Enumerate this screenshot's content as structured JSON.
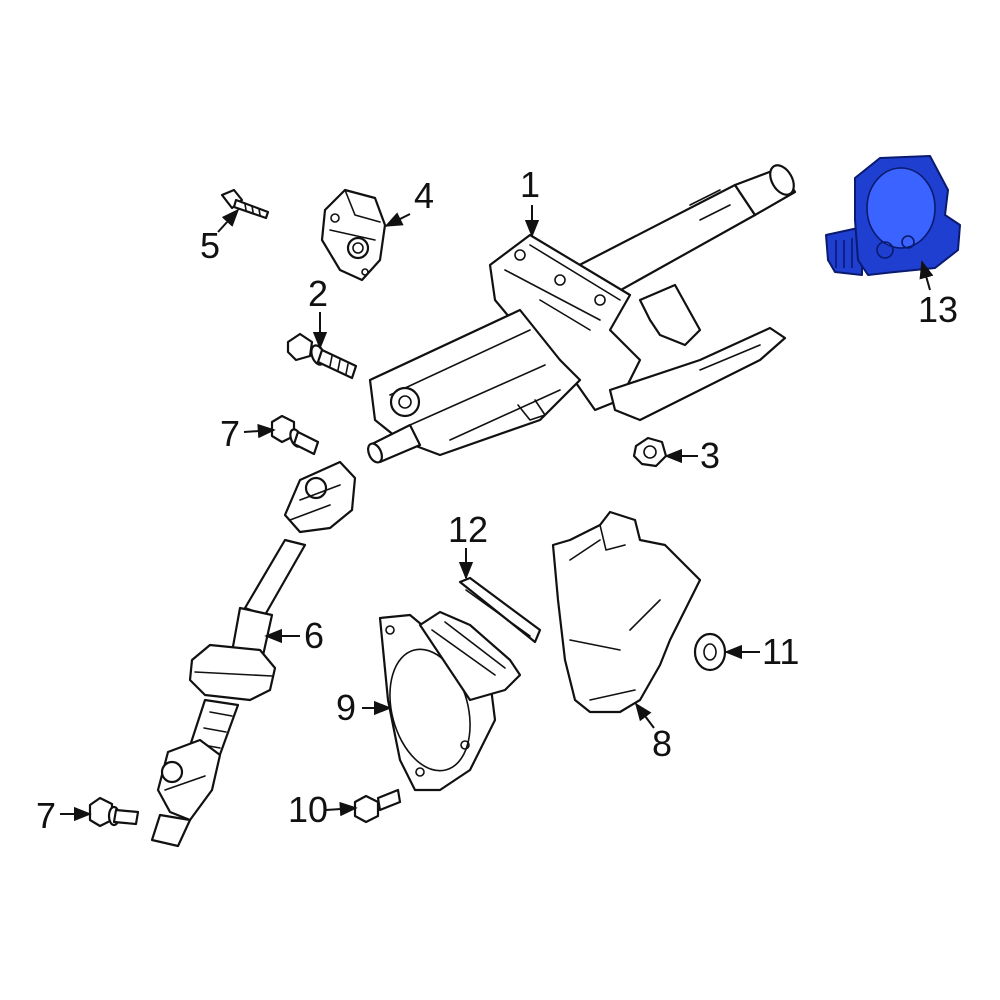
{
  "diagram": {
    "highlight_color": "#1f3fd1",
    "line_color": "#111111",
    "callouts": [
      {
        "id": "1",
        "label": "1"
      },
      {
        "id": "2",
        "label": "2"
      },
      {
        "id": "3",
        "label": "3"
      },
      {
        "id": "4",
        "label": "4"
      },
      {
        "id": "5",
        "label": "5"
      },
      {
        "id": "6",
        "label": "6"
      },
      {
        "id": "7a",
        "label": "7"
      },
      {
        "id": "7b",
        "label": "7"
      },
      {
        "id": "8",
        "label": "8"
      },
      {
        "id": "9",
        "label": "9"
      },
      {
        "id": "10",
        "label": "10"
      },
      {
        "id": "11",
        "label": "11"
      },
      {
        "id": "12",
        "label": "12"
      },
      {
        "id": "13",
        "label": "13"
      }
    ]
  }
}
